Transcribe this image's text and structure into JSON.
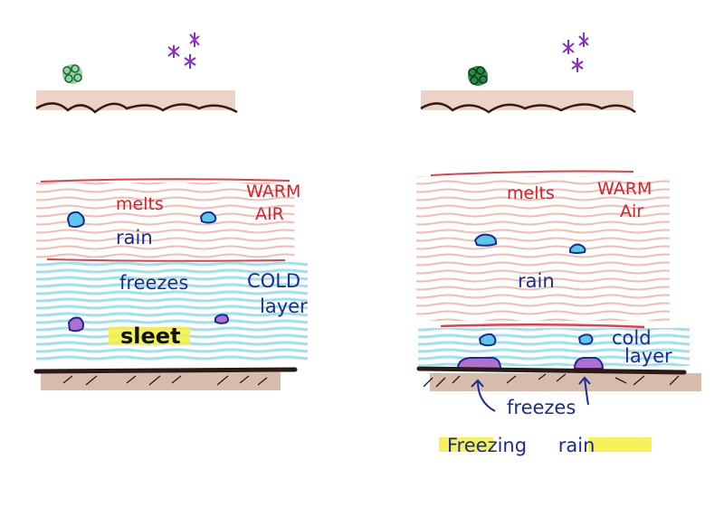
{
  "sleet_panel": {
    "warm_label": "melts",
    "warm_air_label": [
      "WARM",
      "AIR"
    ],
    "rain_label": "rain",
    "cold_action_label": "freezes",
    "cold_layer_label": [
      "COLD",
      "layer"
    ],
    "result_label": "sleet"
  },
  "freezing_rain_panel": {
    "warm_label": "melts",
    "warm_air_label": [
      "WARM",
      "Air"
    ],
    "rain_label": "rain",
    "cold_layer_label": [
      "cold",
      "layer"
    ],
    "ground_action_label": "freezes",
    "result_label": "Freezing rain"
  },
  "colors": {
    "warm_line": "#e0404a",
    "warm_shading": "#f0b8a8",
    "cold_shading": "#a8e4f0",
    "drop_fill": "#5cc8e8",
    "ice_fill": "#b070d0",
    "ground": "#2a1a14",
    "soil": "#c8a088",
    "highlight": "#f6ee40",
    "ink": "#1a2a9a",
    "snow": "#8a2cc8",
    "graupel": "#1a7a3a"
  }
}
